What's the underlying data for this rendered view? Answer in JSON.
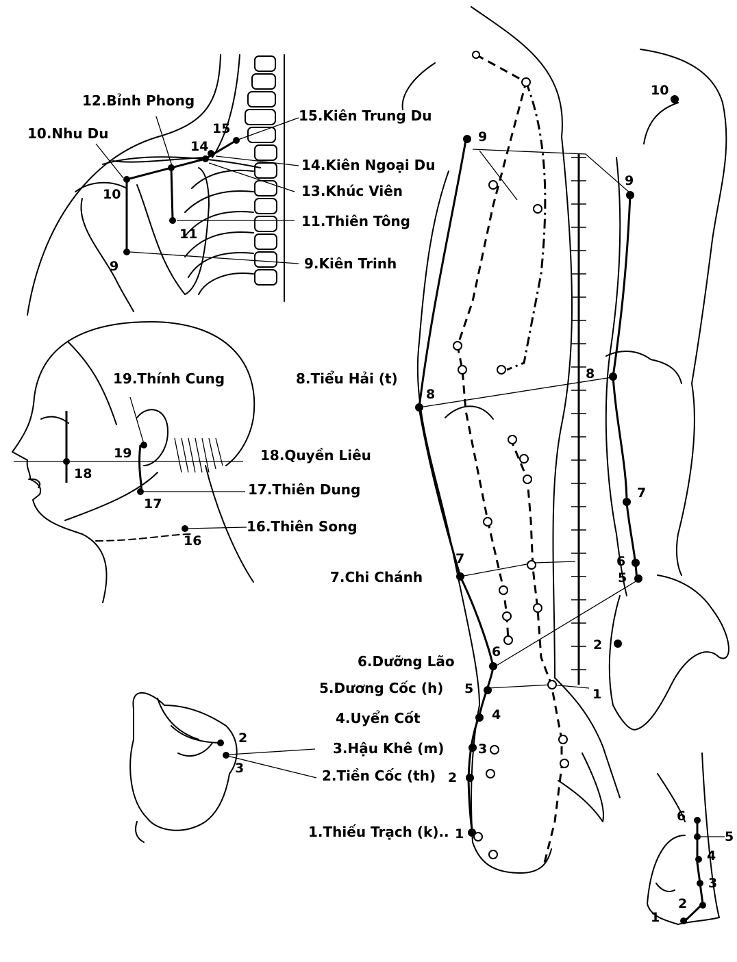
{
  "labels": {
    "p1": "1.Thiếu Trạch (k)..",
    "p2": "2.Tiền Cốc (th)",
    "p3": "3.Hậu Khê (m)",
    "p4": "4.Uyển Cốt",
    "p5": "5.Dương Cốc (h)",
    "p6": "6.Dưỡng Lão",
    "p7": "7.Chi Chánh",
    "p8": "8.Tiểu Hải (t)",
    "p9": "9.Kiên Trinh",
    "p10": "10.Nhu Du",
    "p11": "11.Thiên Tông",
    "p12": "12.Bỉnh Phong",
    "p13": "13.Khúc Viên",
    "p14": "14.Kiên Ngoại Du",
    "p15": "15.Kiên Trung Du",
    "p16": "16.Thiên Song",
    "p17": "17.Thiên Dung",
    "p18": "18.Quyền Liêu",
    "p19": "19.Thính Cung"
  },
  "numbers": {
    "n1": "1",
    "n2": "2",
    "n3": "3",
    "n4": "4",
    "n5": "5",
    "n6": "6",
    "n7": "7",
    "n8": "8",
    "n9": "9",
    "n10": "10",
    "n11": "11",
    "n14": "14",
    "n15": "15",
    "n16": "16",
    "n17": "17",
    "n18": "18",
    "n19": "19"
  },
  "colors": {
    "ink": "#000000",
    "paper": "#ffffff"
  }
}
